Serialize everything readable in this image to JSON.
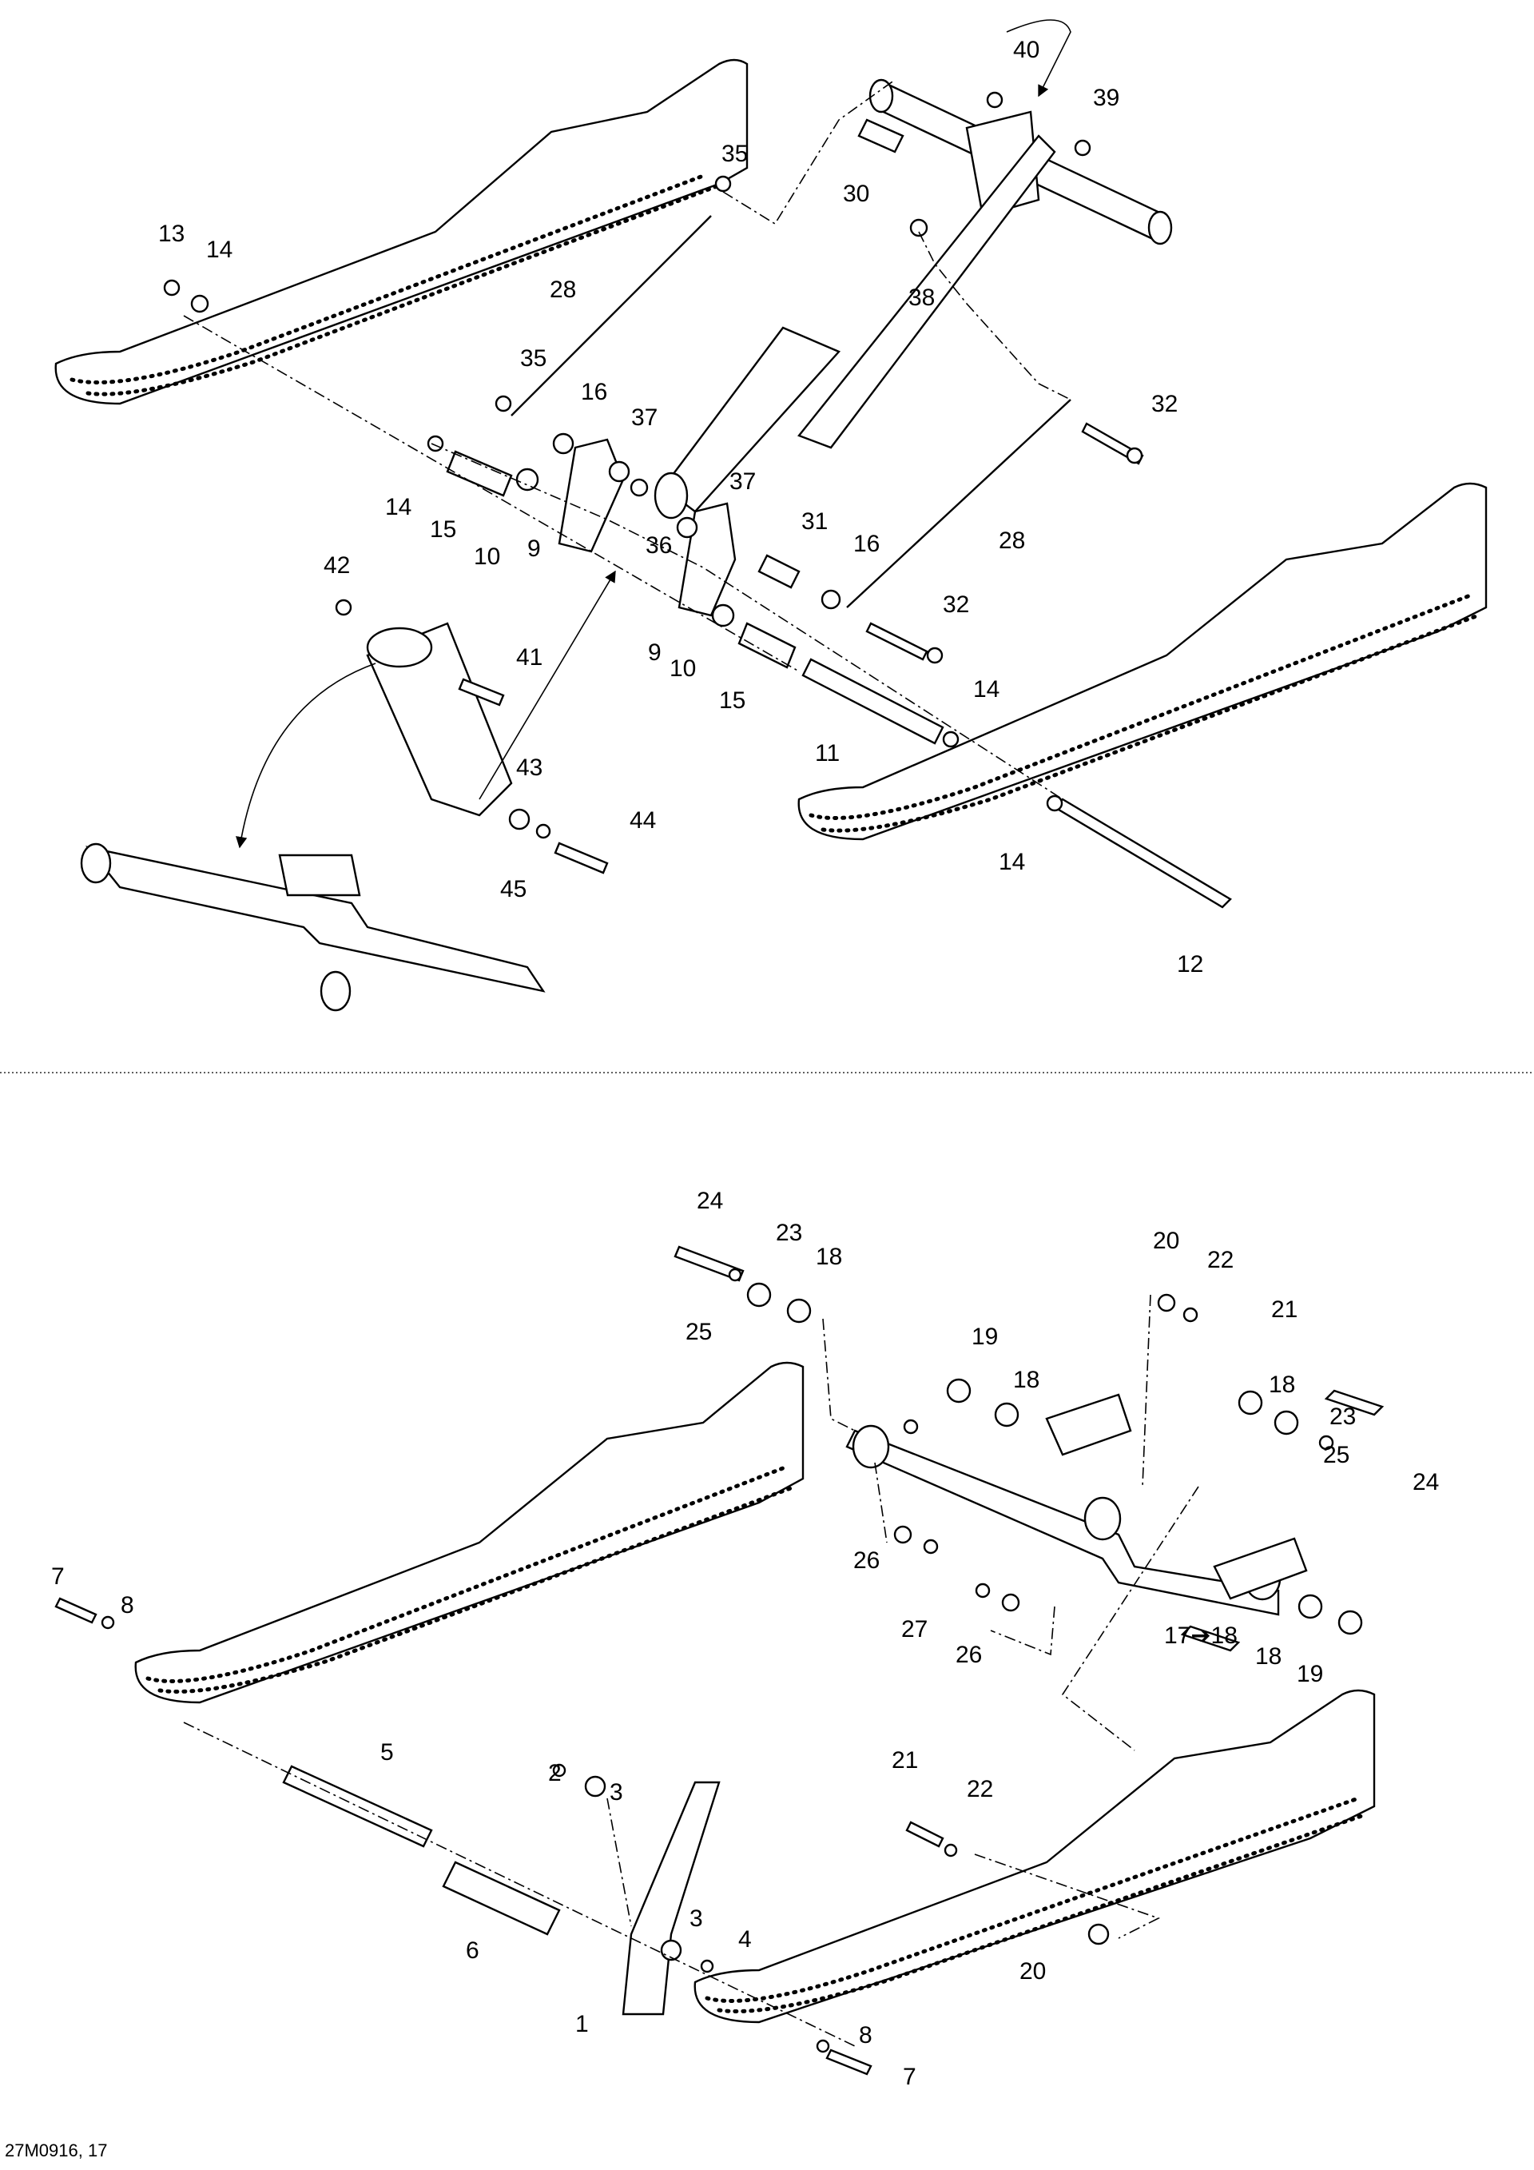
{
  "figure_reference": "27M0916, 17",
  "upper_assembly": {
    "callouts": [
      "40",
      "39",
      "35",
      "30",
      "13",
      "14",
      "38",
      "28",
      "35",
      "16",
      "37",
      "32",
      "14",
      "15",
      "10",
      "36",
      "37",
      "31",
      "16",
      "28",
      "9",
      "42",
      "9",
      "10",
      "32",
      "15",
      "41",
      "14",
      "11",
      "43",
      "44",
      "45",
      "14",
      "12"
    ]
  },
  "lower_assembly": {
    "callouts": [
      "24",
      "23",
      "18",
      "20",
      "22",
      "21",
      "25",
      "19",
      "18",
      "18",
      "23",
      "25",
      "24",
      "26",
      "27",
      "26",
      "7",
      "8",
      "17➔18",
      "18",
      "19",
      "5",
      "2",
      "3",
      "21",
      "22",
      "3",
      "4",
      "6",
      "1",
      "20",
      "8",
      "7"
    ]
  },
  "colors": {
    "line": "#000000",
    "background": "#ffffff"
  }
}
